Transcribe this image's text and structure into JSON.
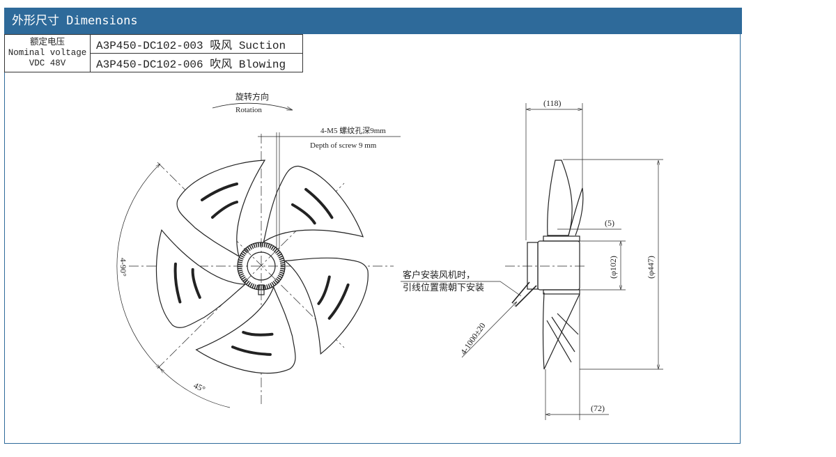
{
  "header": {
    "title": "外形尺寸 Dimensions"
  },
  "spec_table": {
    "label_cn": "额定电压",
    "label_en": "Nominal voltage",
    "voltage": "VDC 48V",
    "models": [
      "A3P450-DC102-003 吸风 Suction",
      "A3P450-DC102-006 吹风 Blowing"
    ]
  },
  "drawing": {
    "rotation_cn": "旋转方向",
    "rotation_en": "Rotation",
    "screw_cn": "4-M5 螺纹孔深9mm",
    "screw_en": "Depth of screw 9 mm",
    "angle_90": "4-90°",
    "angle_45": "45°",
    "note_line1": "客户安装风机时，",
    "note_line2": "引线位置需朝下安装",
    "cable": "4-1000±20",
    "dim_118": "(118)",
    "dim_5": "(5)",
    "dim_102": "(φ102)",
    "dim_447": "(φ447)",
    "dim_72": "(72)"
  },
  "colors": {
    "header": "#2e6a9a"
  }
}
